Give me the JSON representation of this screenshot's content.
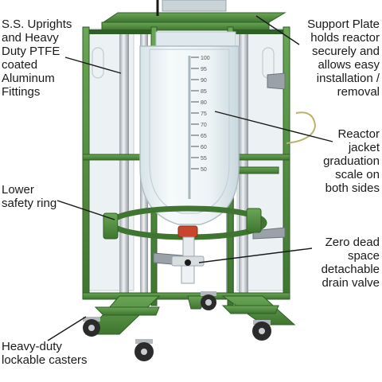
{
  "callouts": {
    "uprights": "S.S. Uprights\nand Heavy\nDuty PTFE\ncoated\nAluminum\nFittings",
    "support_plate": "Support Plate\nholds reactor\nsecurely and\nallows easy\ninstallation /\nremoval",
    "graduation": "Reactor\njacket\ngraduation\nscale on\nboth sides",
    "safety_ring": "Lower\nsafety ring",
    "drain_valve": "Zero dead\nspace\ndetachable\ndrain valve",
    "casters": "Heavy-duty\nlockable casters"
  },
  "scale_marks": [
    "50",
    "55",
    "60",
    "65",
    "70",
    "75",
    "80",
    "85",
    "90",
    "95",
    "100"
  ],
  "colors": {
    "frame_green": "#4f8a3c",
    "frame_green_dark": "#2f5f26",
    "steel": "#c9cdd2",
    "glass": "#eaf1f4",
    "drain_red": "#c8452e",
    "leader_line": "#1a1a1a"
  }
}
